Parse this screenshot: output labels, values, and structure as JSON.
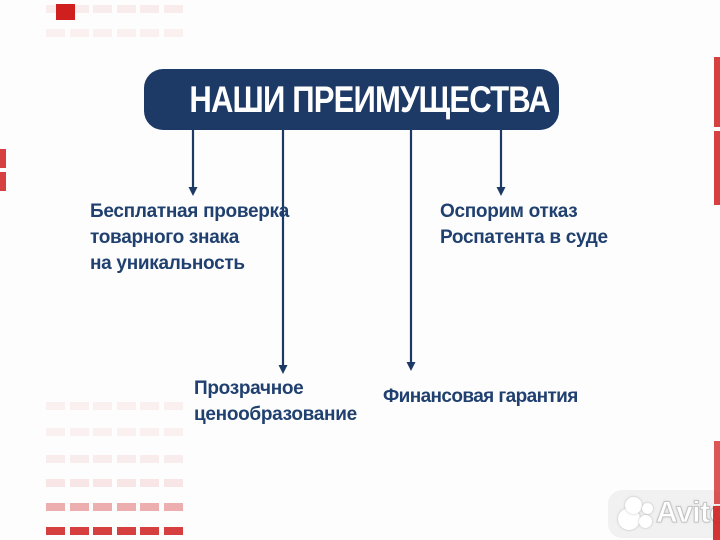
{
  "colors": {
    "background": "#fdfdfd",
    "navy": "#1d3966",
    "text_navy": "#20406f",
    "red": "#cf1f1f",
    "white": "#ffffff"
  },
  "banner": {
    "title": "НАШИ ПРЕИМУЩЕСТВА"
  },
  "blocks": [
    {
      "id": "free-trademark-check",
      "lines": [
        "Бесплатная проверка",
        "товарного знака",
        "на уникальность"
      ]
    },
    {
      "id": "transparent-pricing",
      "lines": [
        "Прозрачное",
        "ценообразование"
      ]
    },
    {
      "id": "financial-guarantee",
      "lines": [
        "Финансовая гарантия"
      ]
    },
    {
      "id": "rospatent-court-appeal",
      "lines": [
        "Оспорим отказ",
        "Роспатента в суде"
      ]
    }
  ],
  "watermark": {
    "text": "Avito"
  }
}
